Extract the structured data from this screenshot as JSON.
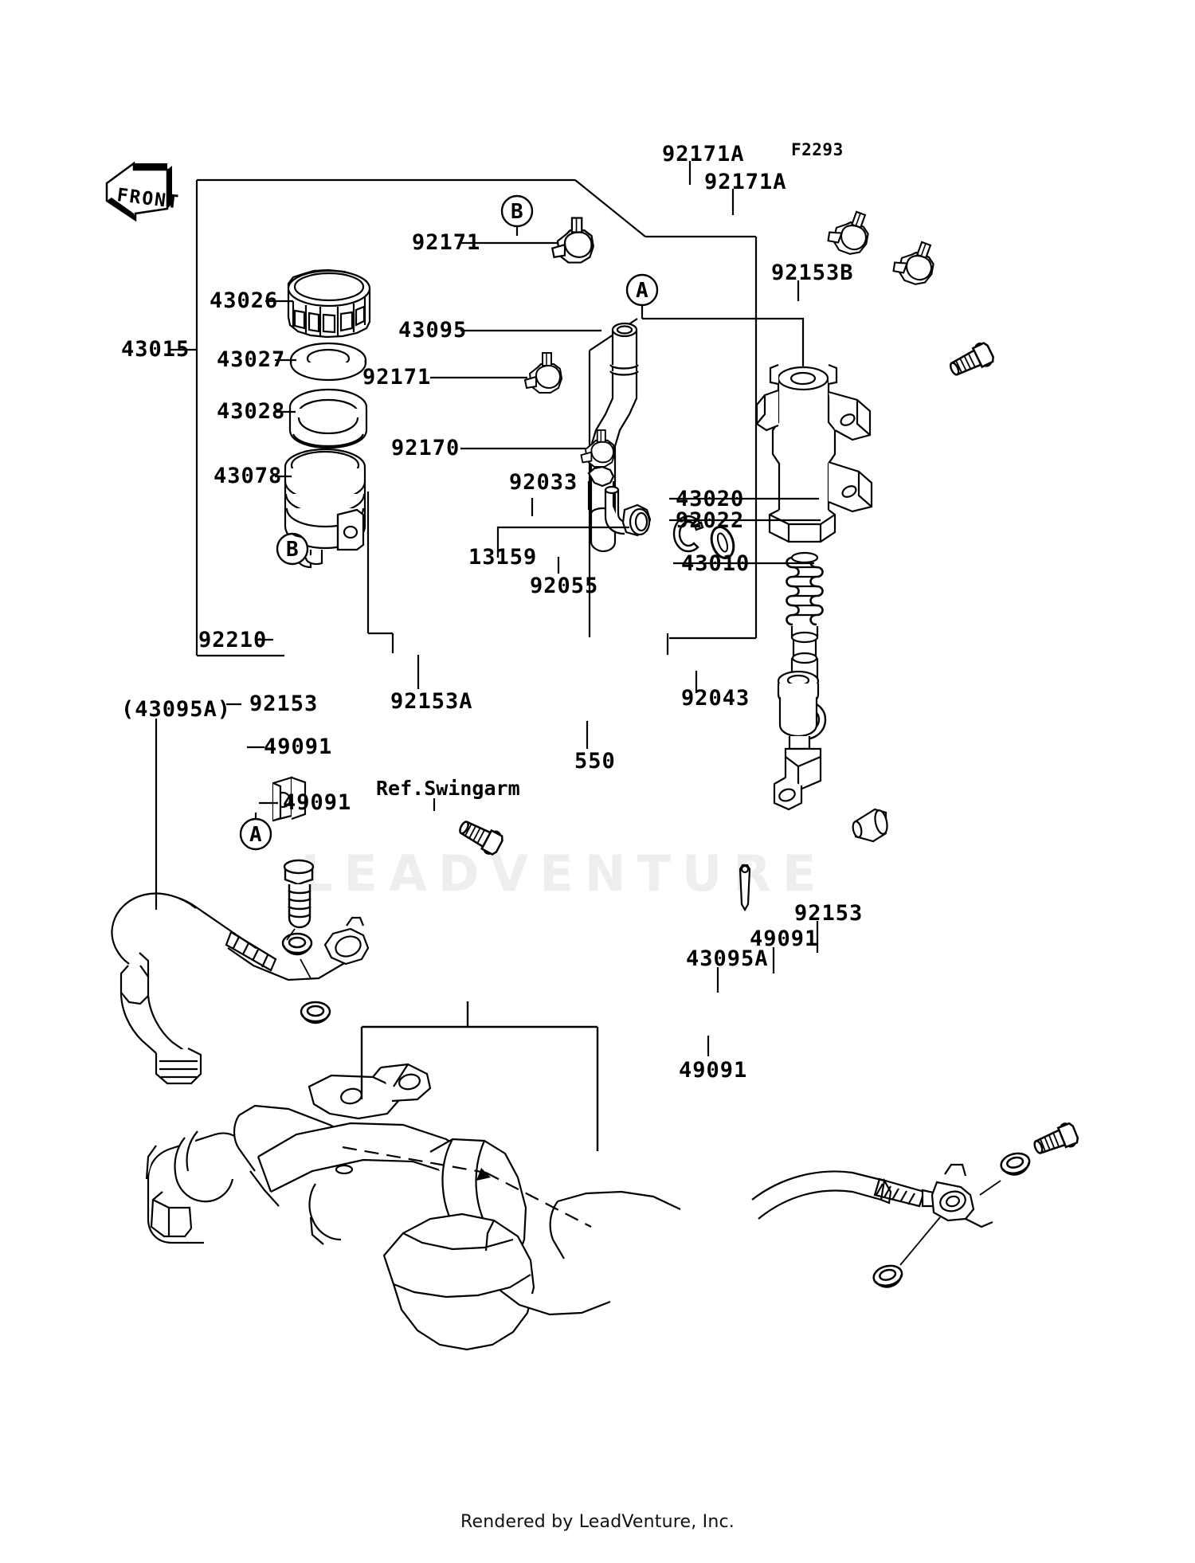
{
  "sheet": {
    "code": "F2293",
    "front_marker": "FRONT",
    "reference_note": "Ref.Swingarm",
    "footer": "Rendered by LeadVenture, Inc.",
    "watermark": "LEADVENTURE"
  },
  "callouts": {
    "group_assembly": "43015",
    "reservoir_cap": "43026",
    "cap_plate": "43027",
    "diaphragm": "43028",
    "reservoir": "43078",
    "reservoir_hose": "43095",
    "brake_hose_upper": "(43095A)",
    "brake_hose_lower": "43095A",
    "clamp_upper": "92171",
    "clamp_mid": "92171",
    "clamp_right_a": "92171A",
    "clamp_right_b": "92171A",
    "clamp_lower": "92170",
    "joint": "13159",
    "snap_ring": "92033",
    "o_ring": "92055",
    "piston_assembly": "43020",
    "circlip": "92022",
    "push_rod": "43010",
    "bolt_flange": "92153B",
    "bolt_mount": "92153A",
    "banjo_bolt_left": "92153",
    "banjo_bolt_right": "92153",
    "washer_left_upper": "49091",
    "washer_left_lower": "49091",
    "washer_right_upper": "49091",
    "washer_right_lower": "49091",
    "clip": "92210",
    "pin": "92043",
    "cotter_pin": "550"
  },
  "markers": {
    "a_upper": "A",
    "a_lower": "A",
    "b_upper": "B",
    "b_lower": "B"
  }
}
